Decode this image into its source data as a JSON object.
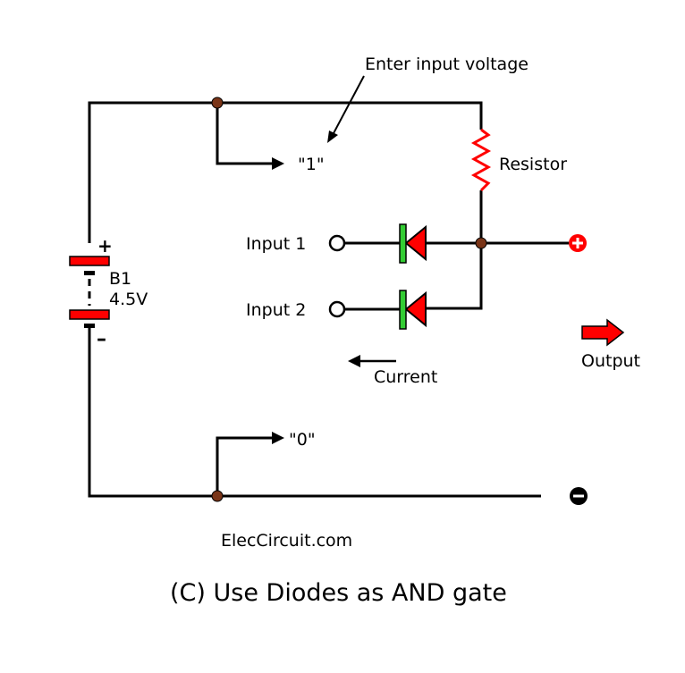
{
  "labels": {
    "enter_input_voltage": "Enter input voltage",
    "one": "\"1\"",
    "zero": "\"0\"",
    "resistor": "Resistor",
    "input1": "Input 1",
    "input2": "Input 2",
    "current": "Current",
    "output": "Output",
    "battery_name": "B1",
    "battery_voltage": "4.5V",
    "battery_plus": "+",
    "battery_minus": "–",
    "watermark": "ElecCircuit.com",
    "caption": "(C) Use Diodes as AND gate"
  },
  "colors": {
    "wire": "#000000",
    "node": "#7a3518",
    "resistor": "#ff0000",
    "diode_body": "#ff0000",
    "diode_bar": "#33cc33",
    "terminal_positive": "#ff0000",
    "terminal_negative": "#000000",
    "output_arrow": "#ff0000",
    "battery_plate": "#ff0000"
  }
}
